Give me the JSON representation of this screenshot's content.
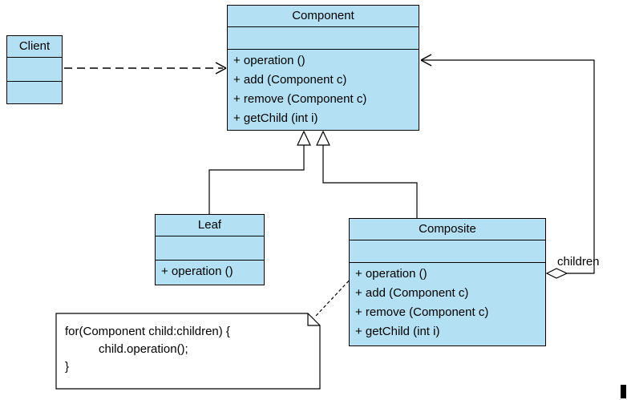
{
  "diagram": {
    "classes": {
      "client": {
        "name": "Client"
      },
      "component": {
        "name": "Component",
        "methods": [
          "+ operation ()",
          "+ add (Component c)",
          "+ remove (Component c)",
          "+ getChild (int i)"
        ]
      },
      "leaf": {
        "name": "Leaf",
        "methods": [
          "+ operation ()"
        ]
      },
      "composite": {
        "name": "Composite",
        "methods": [
          "+ operation ()",
          "+ add (Component c)",
          "+ remove (Component c)",
          "+ getChild (int i)"
        ]
      }
    },
    "labels": {
      "children": "children"
    },
    "note": {
      "lines": [
        "for(Component child:children) {",
        "child.operation();",
        "}"
      ]
    },
    "colors": {
      "class_fill": "#B3E1F3",
      "stroke": "#000000",
      "background": "#FFFFFF"
    }
  }
}
